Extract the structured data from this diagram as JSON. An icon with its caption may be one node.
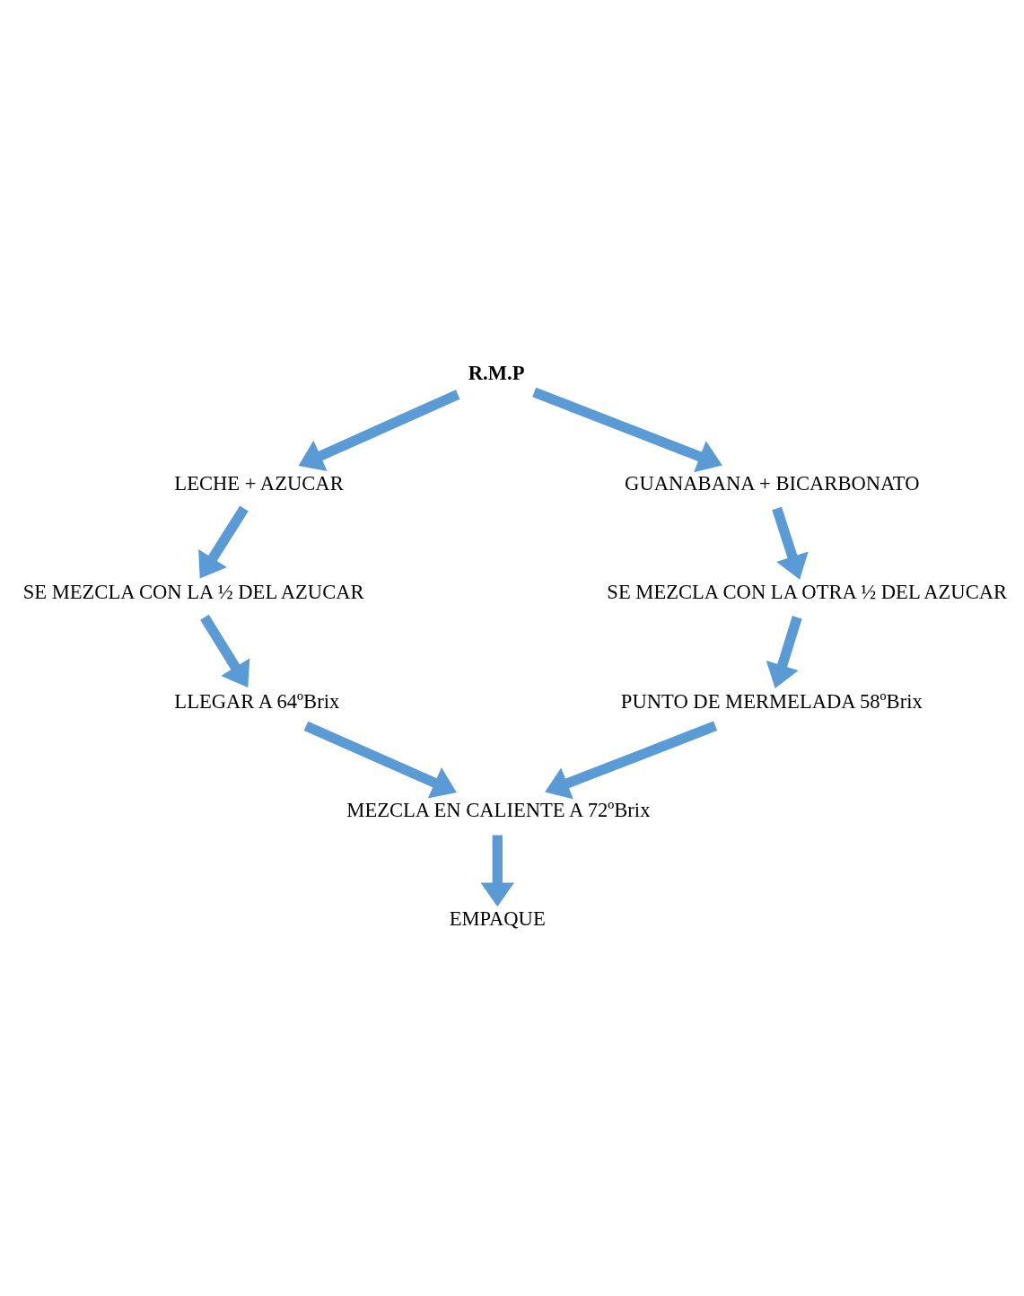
{
  "diagram": {
    "nodes": [
      {
        "text": [
          "R.M.P"
        ]
      },
      {
        "text": [
          "LECHE + AZUCAR"
        ]
      },
      {
        "text": [
          "GUANABANA + BICARBONATO"
        ]
      },
      {
        "text": [
          "SE MEZCLA CON LA ½ DEL AZUCAR"
        ]
      },
      {
        "text": [
          "SE MEZCLA CON LA OTRA ½ DEL AZUCAR"
        ]
      },
      {
        "text": [
          "LLEGAR A 64ºBrix"
        ]
      },
      {
        "text": [
          "PUNTO DE MERMELADA 58ºBrix"
        ]
      },
      {
        "text": [
          "MEZCLA EN CALIENTE A 72ºBrix"
        ]
      },
      {
        "text": [
          "EMPAQUE"
        ]
      }
    ],
    "edges": [
      {
        "from": 0,
        "to": 1,
        "arrow": "to"
      },
      {
        "from": 0,
        "to": 2,
        "arrow": "to"
      },
      {
        "from": 1,
        "to": 3,
        "arrow": "to"
      },
      {
        "from": 2,
        "to": 4,
        "arrow": "to"
      },
      {
        "from": 3,
        "to": 5,
        "arrow": "to"
      },
      {
        "from": 4,
        "to": 6,
        "arrow": "to"
      },
      {
        "from": 5,
        "to": 7,
        "arrow": "to"
      },
      {
        "from": 6,
        "to": 7,
        "arrow": "to"
      },
      {
        "from": 7,
        "to": 8,
        "arrow": "to"
      }
    ]
  }
}
